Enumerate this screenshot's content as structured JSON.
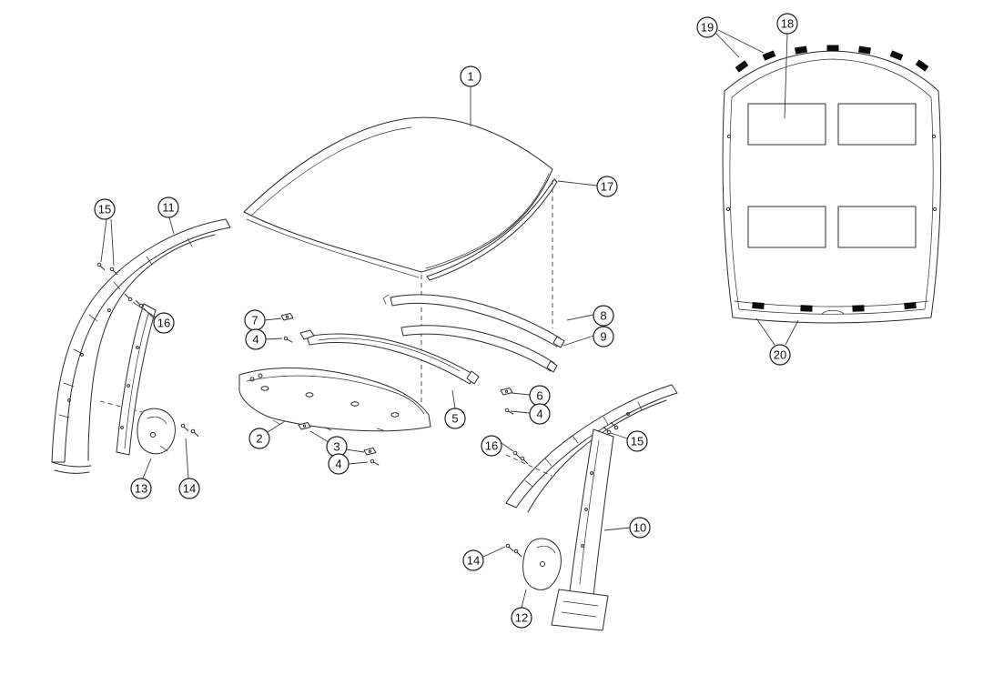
{
  "colors": {
    "background": "#ffffff",
    "line": "#2b2b2b",
    "leader": "#3a3a3a",
    "clip": "#0b0b0b",
    "text": "#111111"
  },
  "diagram": {
    "callouts": [
      {
        "label": "1"
      },
      {
        "label": "17"
      },
      {
        "label": "15"
      },
      {
        "label": "11"
      },
      {
        "label": "16"
      },
      {
        "label": "7"
      },
      {
        "label": "4"
      },
      {
        "label": "8"
      },
      {
        "label": "9"
      },
      {
        "label": "6"
      },
      {
        "label": "4"
      },
      {
        "label": "5"
      },
      {
        "label": "2"
      },
      {
        "label": "3"
      },
      {
        "label": "4"
      },
      {
        "label": "13"
      },
      {
        "label": "14"
      },
      {
        "label": "16"
      },
      {
        "label": "15"
      },
      {
        "label": "10"
      },
      {
        "label": "14"
      },
      {
        "label": "12"
      },
      {
        "label": "19"
      },
      {
        "label": "18"
      },
      {
        "label": "20"
      }
    ]
  }
}
